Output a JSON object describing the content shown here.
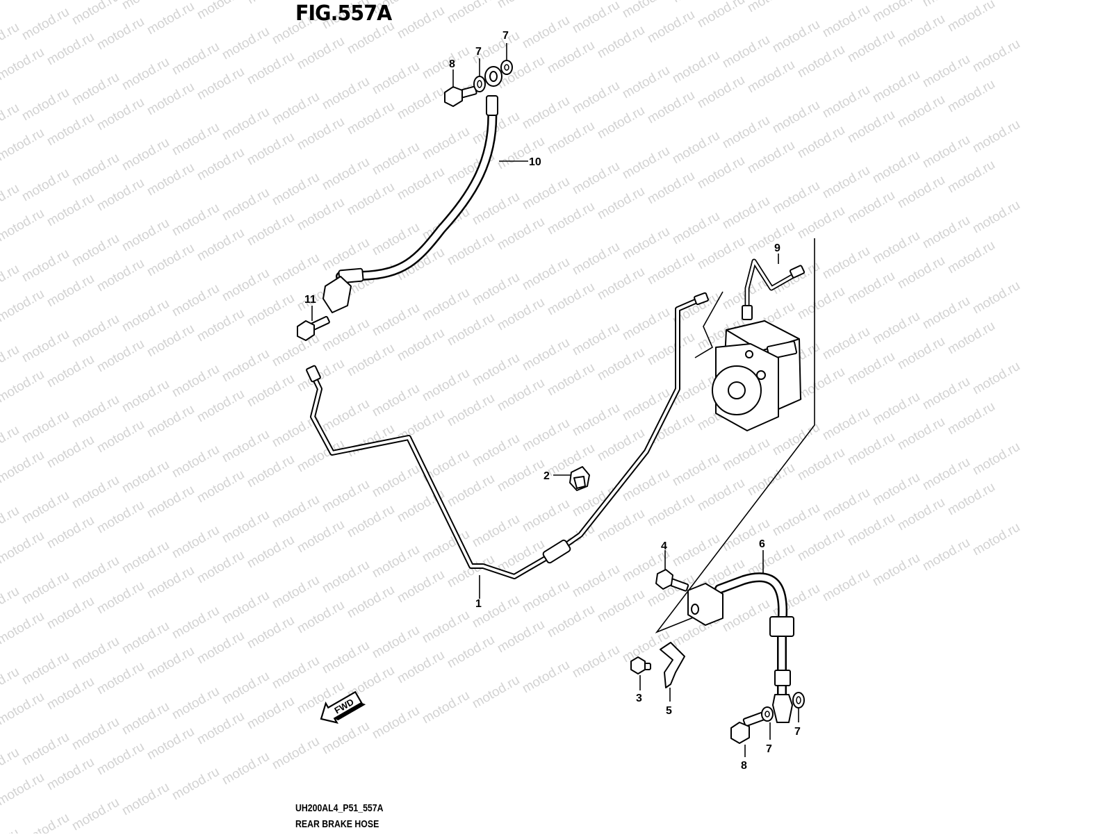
{
  "figure_title": "FIG.557A",
  "diagram_code": "UH200AL4_P51_557A",
  "diagram_caption": "REAR BRAKE HOSE",
  "watermark": "motod.ru",
  "fwd_label": "FWD",
  "callouts": {
    "p1": "1",
    "p2": "2",
    "p3": "3",
    "p4": "4",
    "p5": "5",
    "p6": "6",
    "p7a": "7",
    "p7b": "7",
    "p7c": "7",
    "p7d": "7",
    "p8a": "8",
    "p8b": "8",
    "p9": "9",
    "p10": "10",
    "p11": "11"
  }
}
